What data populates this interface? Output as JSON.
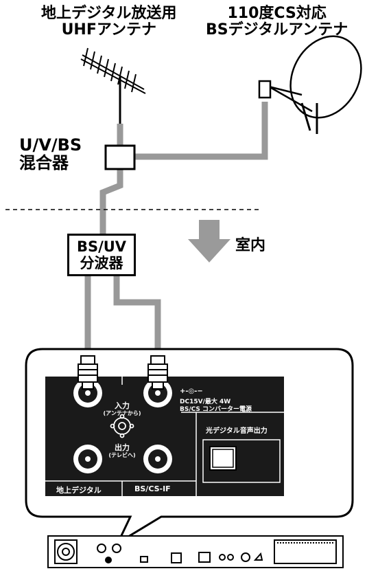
{
  "labels": {
    "uhf_antenna_line1": "地上デジタル放送用",
    "uhf_antenna_line2": "UHFアンテナ",
    "bs_antenna_line1": "110度CS対応",
    "bs_antenna_line2": "BSデジタルアンテナ",
    "mixer_line1": "U/V/BS",
    "mixer_line2": "混合器",
    "splitter_line1": "BS/UV",
    "splitter_line2": "分波器",
    "indoor": "室内"
  },
  "panel": {
    "input_line1": "入力",
    "input_line2": "(アンテナから)",
    "output_line1": "出力",
    "output_line2": "(テレビへ)",
    "dc_symbol": "+-◎-−",
    "dc_line1": "DC15V/最大 4W",
    "dc_line2": "BS/CS コンバーター電源",
    "optical_label": "光デジタル音声出力",
    "terrestrial_label": "地上デジタル",
    "bscs_label": "BS/CS-IF"
  },
  "colors": {
    "cable": "#999999",
    "panel_bg": "#1a1a1a",
    "outline": "#000000"
  }
}
